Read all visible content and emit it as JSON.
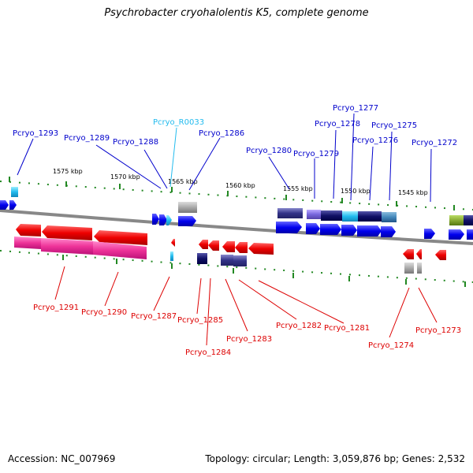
{
  "title": "Psychrobacter cryohalolentis K5, complete genome",
  "footer": {
    "accession": "Accession: NC_007969",
    "stats": "Topology: circular; Length: 3,059,876 bp; Genes: 2,532"
  },
  "scale_labels": [
    "1575 kbp",
    "1570 kbp",
    "1565 kbp",
    "1560 kbp",
    "1555 kbp",
    "1550 kbp",
    "1545 kbp"
  ],
  "top_gene_labels": [
    "Pcryo_1293",
    "Pcryo_1289",
    "Pcryo_1288",
    "Pcryo_R0033",
    "Pcryo_1286",
    "Pcryo_1280",
    "Pcryo_1279",
    "Pcryo_1278",
    "Pcryo_1277",
    "Pcryo_1276",
    "Pcryo_1275",
    "Pcryo_1272"
  ],
  "bottom_gene_labels": [
    "Pcryo_1291",
    "Pcryo_1290",
    "Pcryo_1287",
    "Pcryo_1285",
    "Pcryo_1284",
    "Pcryo_1283",
    "Pcryo_1282",
    "Pcryo_1281",
    "Pcryo_1274",
    "Pcryo_1273"
  ],
  "colors": {
    "forward_gene": "#0000ee",
    "reverse_gene": "#ee0000",
    "rrna": "#22bbee",
    "cog_magenta": "#ee3399",
    "cog_navy": "#333388",
    "cog_grey": "#999999",
    "cog_olive": "#88aa33",
    "tick": "#228822",
    "backbone": "#888888"
  }
}
